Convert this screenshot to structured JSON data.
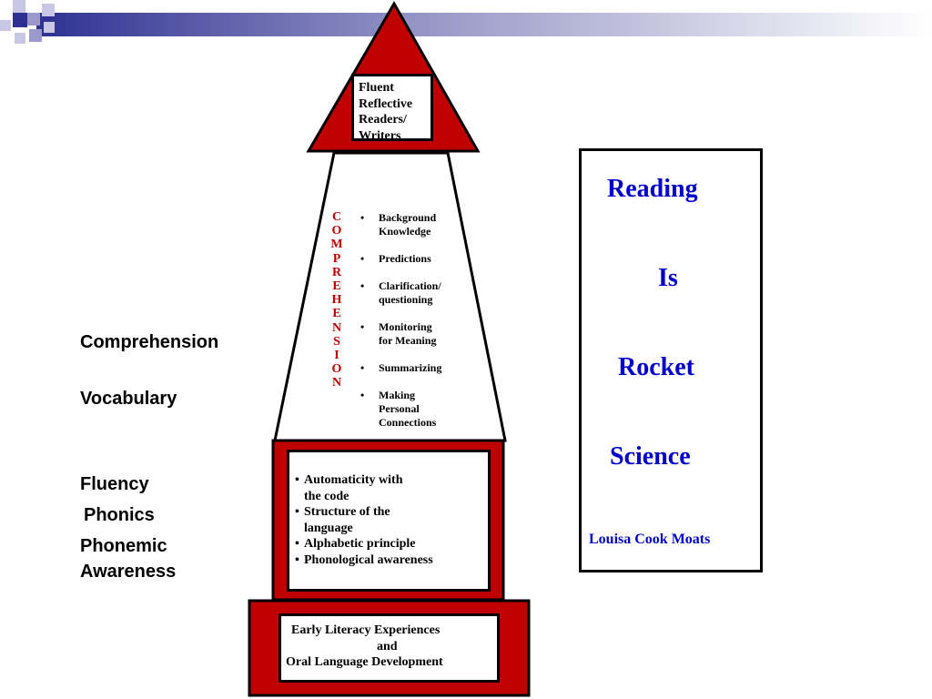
{
  "pyramid": {
    "apex_lines": [
      "Fluent",
      "Reflective",
      "Readers/",
      "Writers"
    ],
    "comprehension_vertical": [
      "C",
      "O",
      "M",
      "P",
      "R",
      "E",
      "H",
      "E",
      "N",
      "S",
      "I",
      "O",
      "N"
    ],
    "comprehension_items": [
      "Background\nKnowledge",
      "Predictions",
      "Clarification/\nquestioning",
      "Monitoring\nfor Meaning",
      "Summarizing",
      "Making\nPersonal\nConnections"
    ],
    "middle_items": [
      "Automaticity with\nthe code",
      "Structure of the\nlanguage",
      "Alphabetic principle",
      "Phonological awareness"
    ],
    "base_lines": [
      "Early Literacy Experiences",
      "and",
      "Oral Language Development"
    ],
    "bullet_glyph": "•",
    "colors": {
      "red": "#c00000",
      "outline": "#000000"
    }
  },
  "left_labels": {
    "comprehension": "Comprehension",
    "vocabulary": "Vocabulary",
    "fluency": "Fluency",
    "phonics": "Phonics",
    "phonemic": "Phonemic",
    "awareness": "Awareness"
  },
  "side_panel": {
    "words": [
      "Reading",
      "Is",
      "Rocket",
      "Science"
    ],
    "author": "Louisa Cook Moats",
    "color": "#0000cc"
  },
  "banner": {
    "colors": [
      "#2e3192",
      "#9999cc",
      "#c8c8e4"
    ]
  }
}
